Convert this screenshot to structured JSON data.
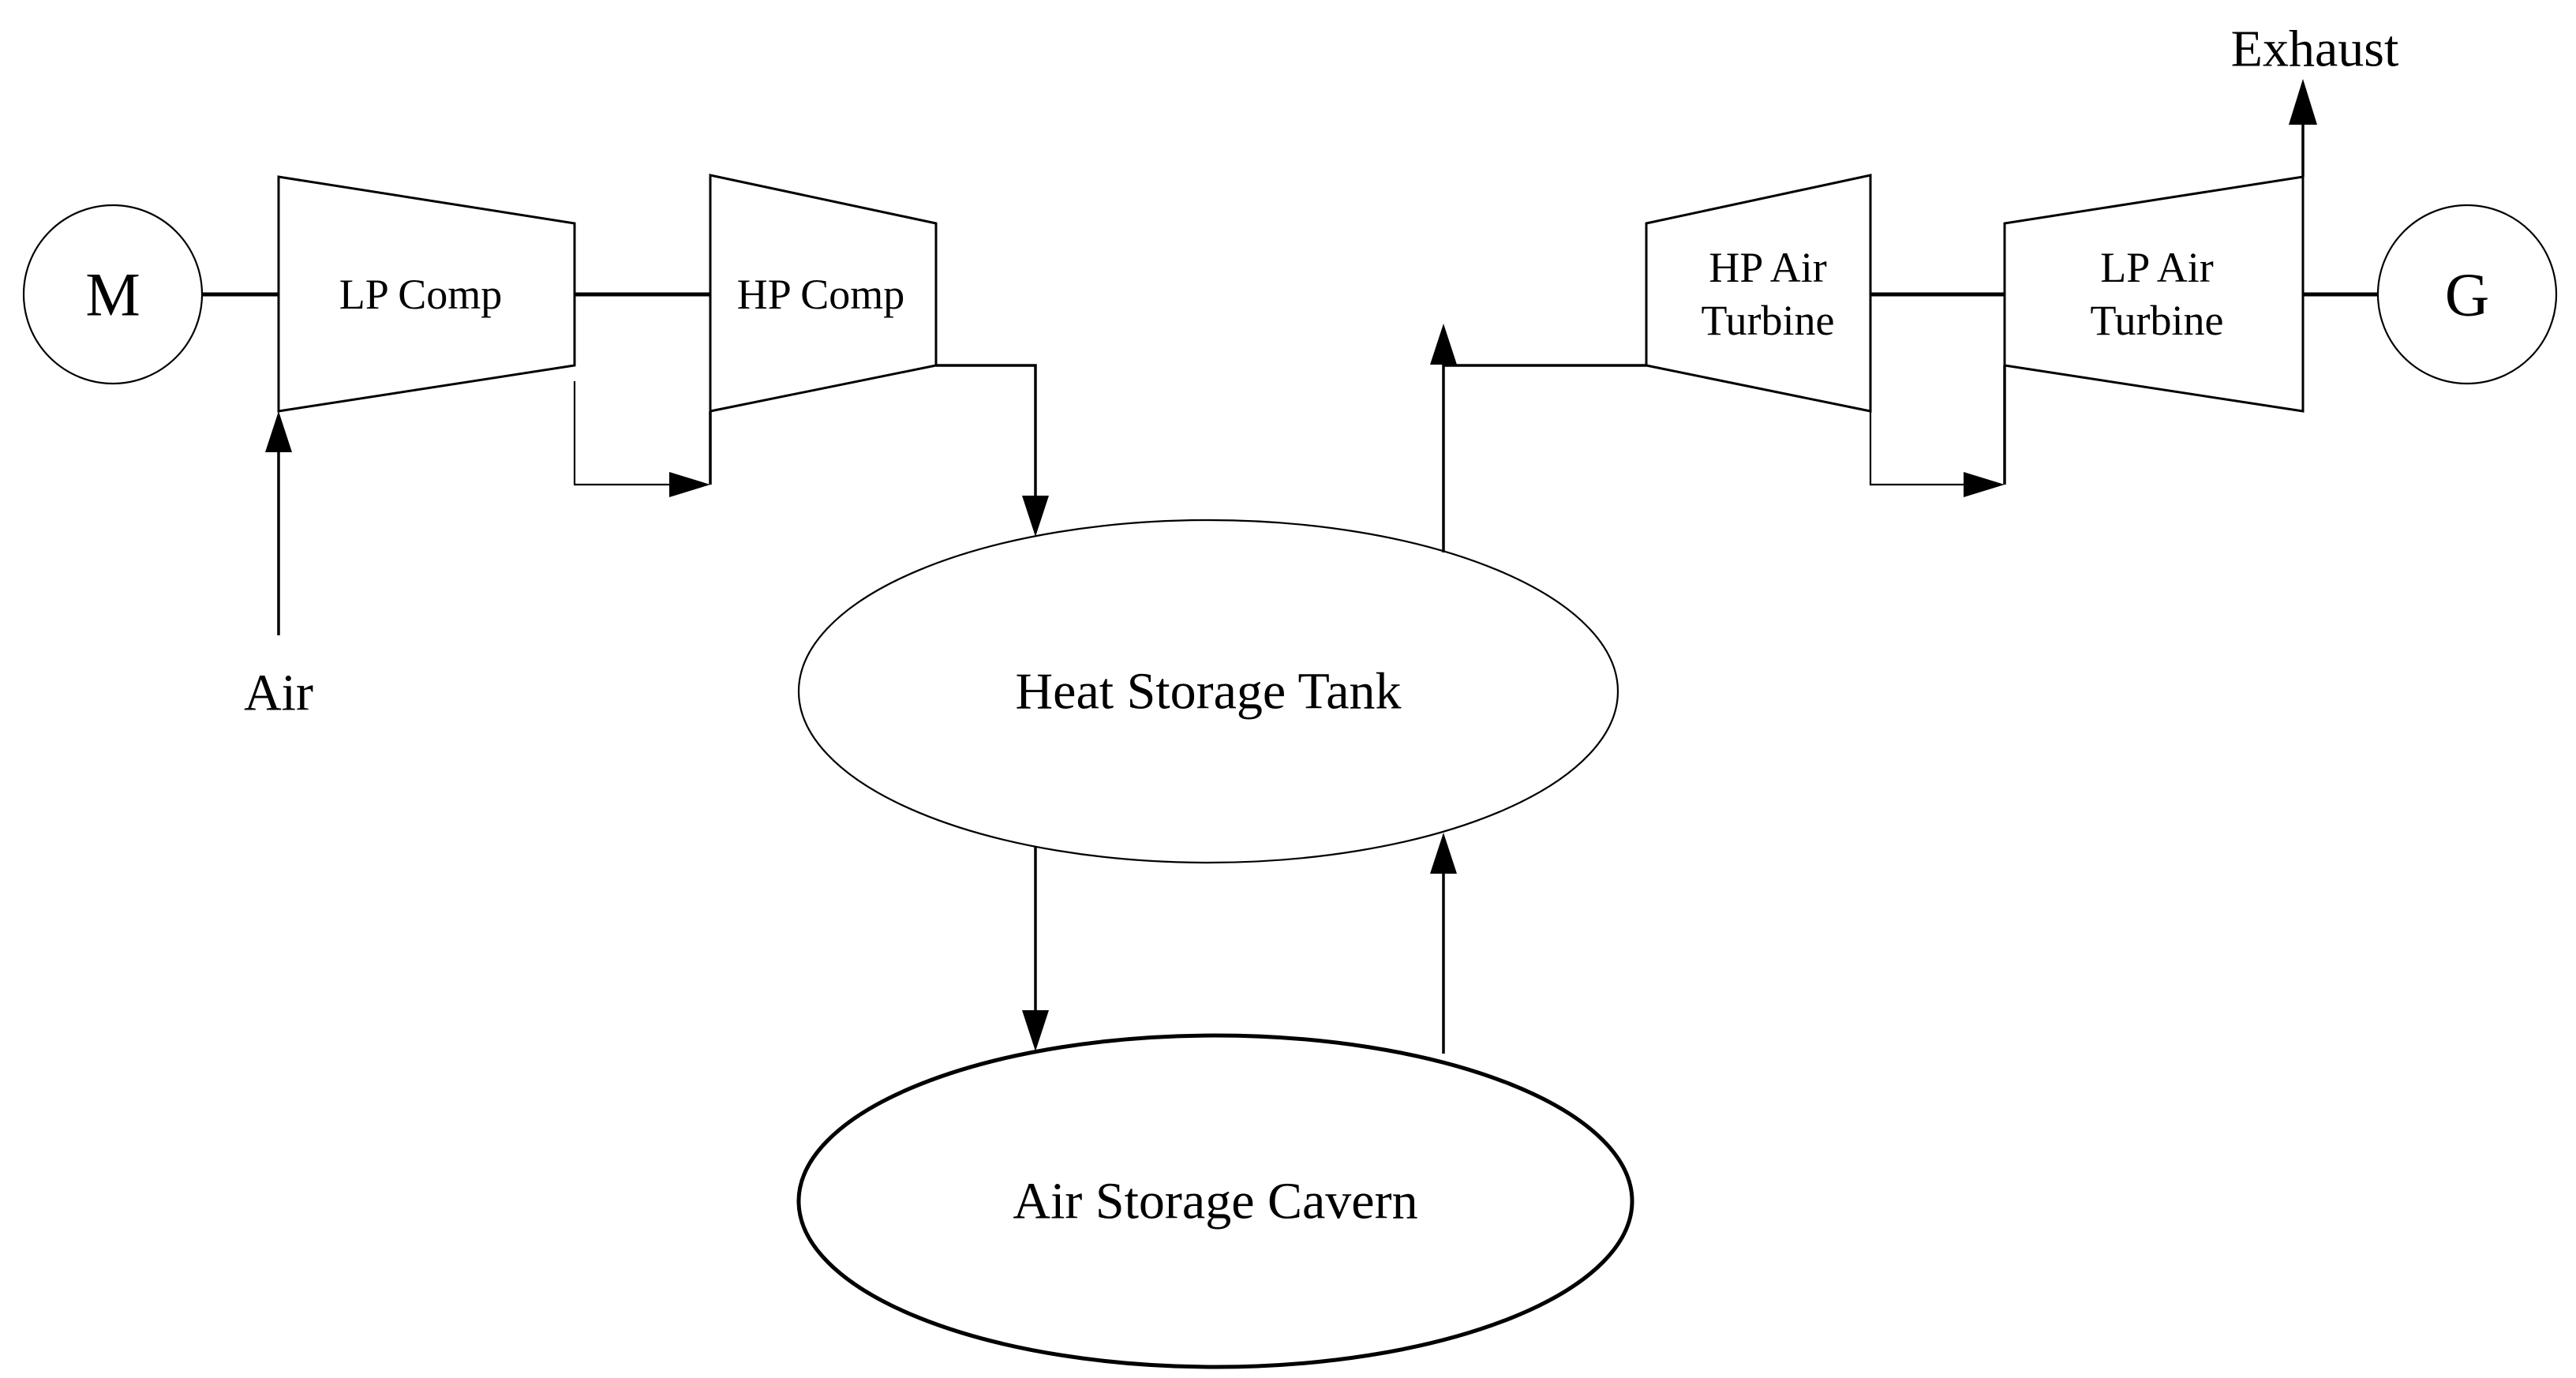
{
  "diagram": {
    "motor": {
      "label": "M"
    },
    "generator": {
      "label": "G"
    },
    "lp_compressor": {
      "label": "LP Comp"
    },
    "hp_compressor": {
      "label": "HP Comp"
    },
    "hp_air_turbine": {
      "label_line1": "HP Air",
      "label_line2": "Turbine"
    },
    "lp_air_turbine": {
      "label_line1": "LP Air",
      "label_line2": "Turbine"
    },
    "heat_storage_tank": {
      "label": "Heat Storage Tank"
    },
    "air_storage_cavern": {
      "label": "Air Storage Cavern"
    },
    "air_inlet": {
      "label": "Air"
    },
    "exhaust_outlet": {
      "label": "Exhaust"
    }
  }
}
